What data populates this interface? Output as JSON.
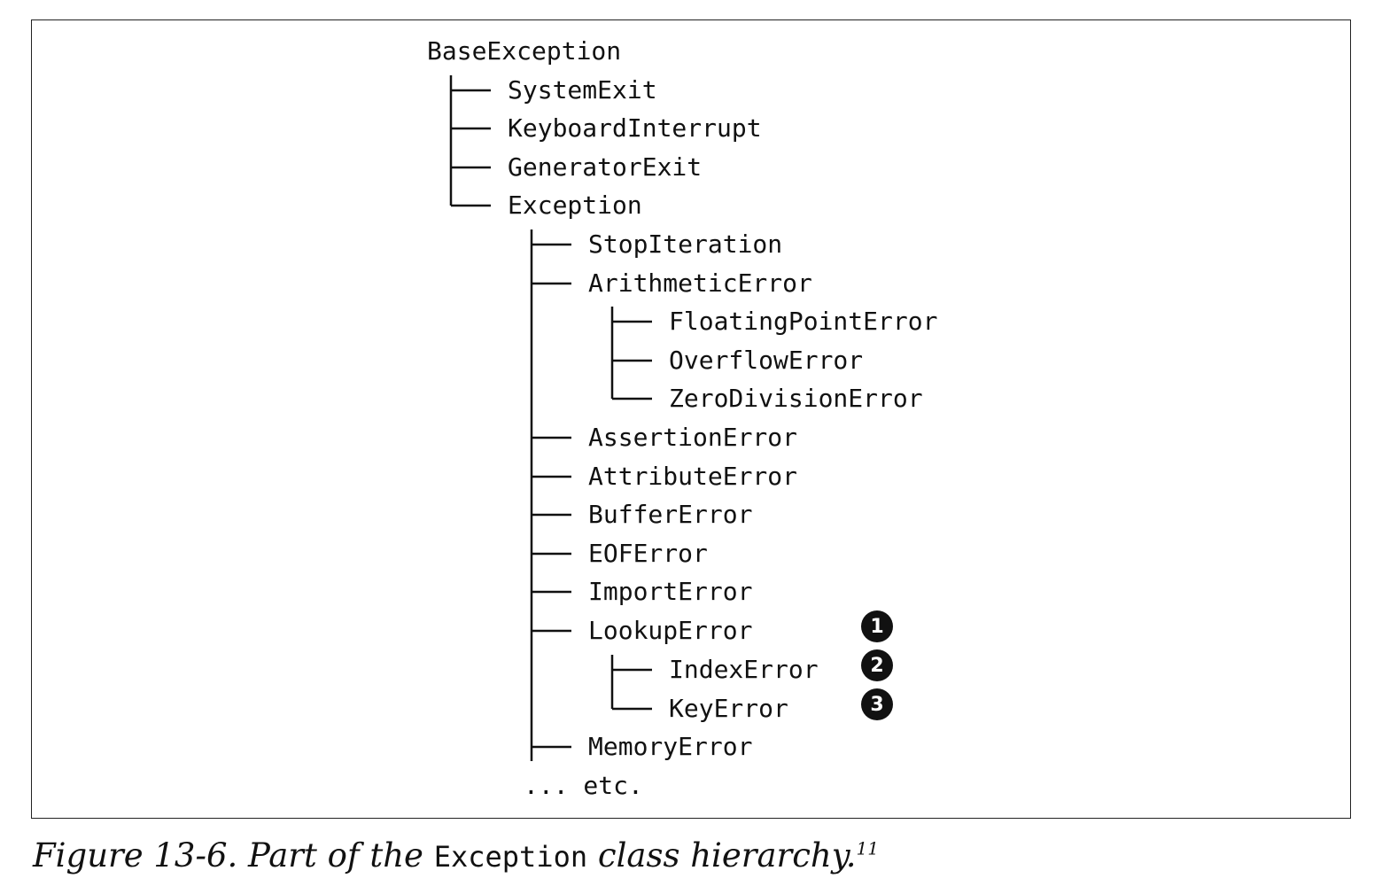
{
  "tree": {
    "root": "BaseException",
    "level1": [
      "SystemExit",
      "KeyboardInterrupt",
      "GeneratorExit",
      "Exception"
    ],
    "exception_children": [
      "StopIteration",
      "ArithmeticError",
      "FloatingPointError",
      "OverflowError",
      "ZeroDivisionError",
      "AssertionError",
      "AttributeError",
      "BufferError",
      "EOFError",
      "ImportError",
      "LookupError",
      "IndexError",
      "KeyError",
      "MemoryError"
    ],
    "etc": "... etc."
  },
  "callouts": [
    "1",
    "2",
    "3"
  ],
  "caption": {
    "prefix": "Figure 13-6. Part of the ",
    "code": "Exception",
    "suffix": " class hierarchy.",
    "footnote": "11"
  }
}
